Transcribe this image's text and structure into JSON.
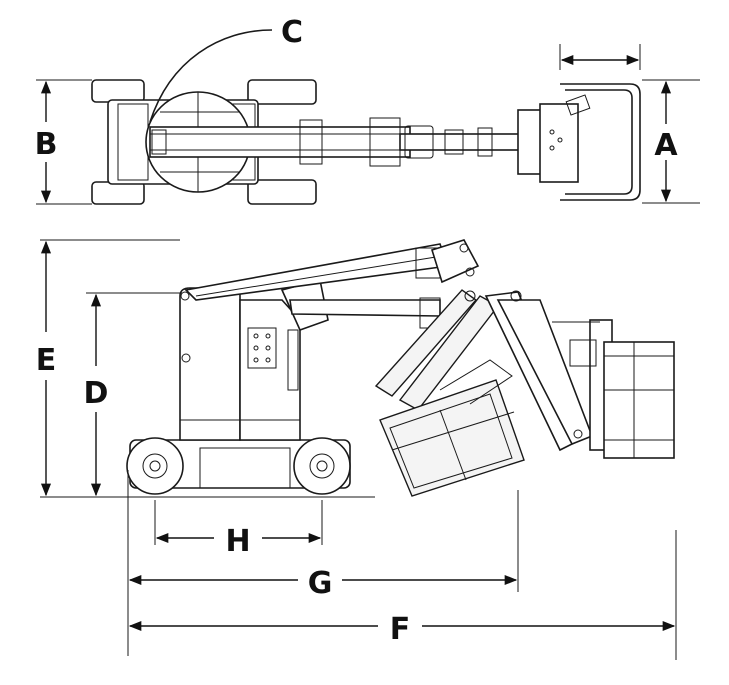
{
  "labels": {
    "A": "A",
    "B": "B",
    "C": "C",
    "D": "D",
    "E": "E",
    "F": "F",
    "G": "G",
    "H": "H"
  }
}
